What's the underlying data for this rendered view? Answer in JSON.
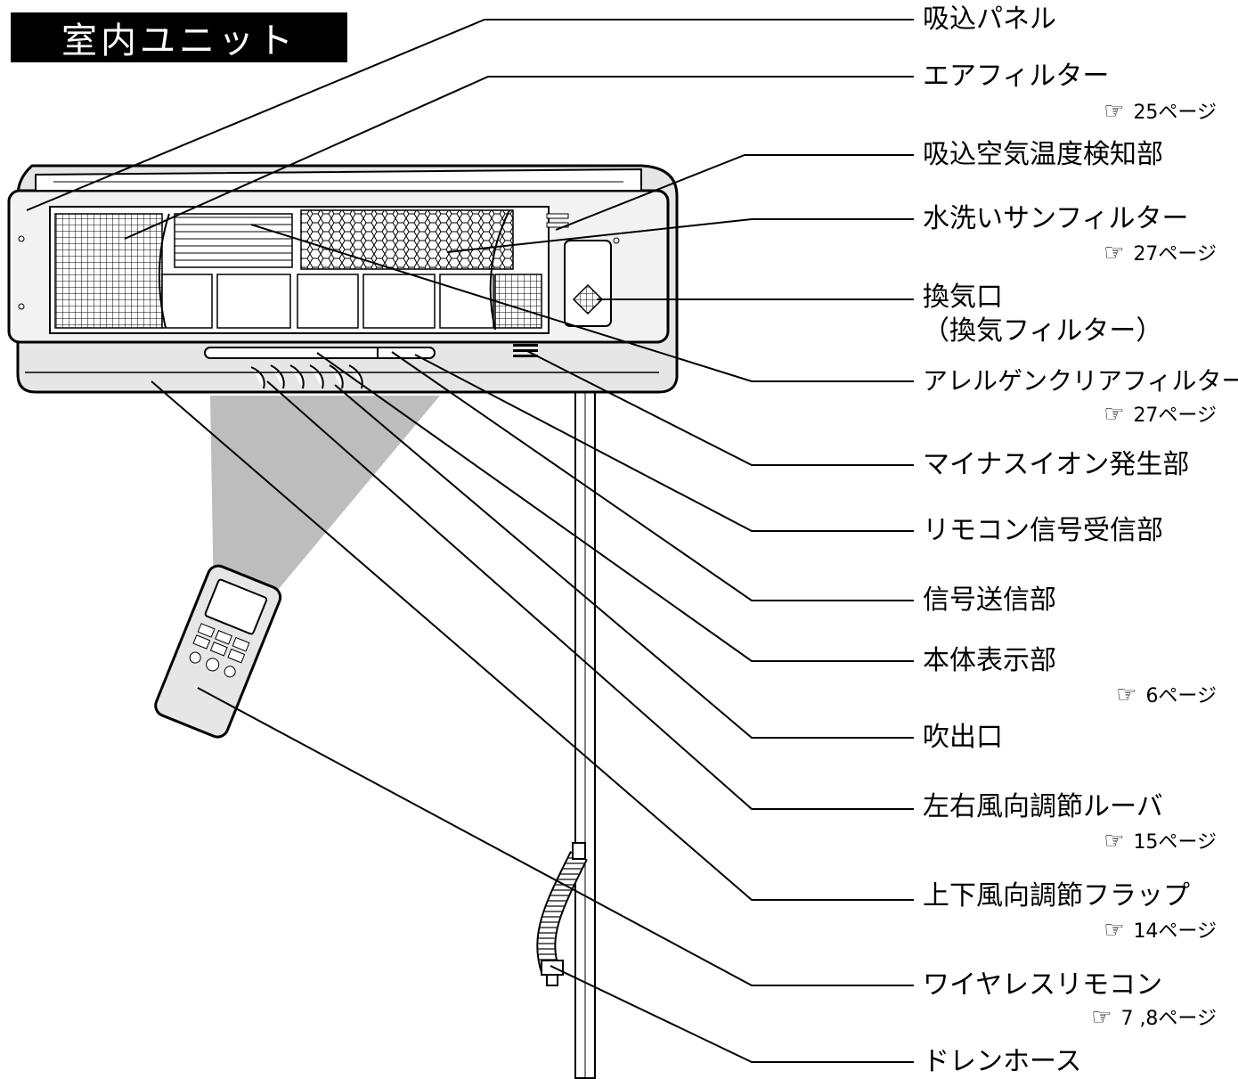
{
  "title": "室内ユニット",
  "labels": [
    {
      "id": "suction-panel",
      "text": "吸込パネル"
    },
    {
      "id": "air-filter",
      "text": "エアフィルター",
      "ref": "25ページ"
    },
    {
      "id": "intake-temp-sensor",
      "text": "吸込空気温度検知部"
    },
    {
      "id": "washable-sun-filter",
      "text": "水洗いサンフィルター",
      "ref": "27ページ"
    },
    {
      "id": "ventilation-port",
      "text": "換気口",
      "text2": "（換気フィルター）"
    },
    {
      "id": "allergen-clear-filter",
      "text": "アレルゲンクリアフィルター",
      "ref": "27ページ"
    },
    {
      "id": "minus-ion-generator",
      "text": "マイナスイオン発生部"
    },
    {
      "id": "remote-signal-receiver",
      "text": "リモコン信号受信部"
    },
    {
      "id": "signal-transmitter",
      "text": "信号送信部"
    },
    {
      "id": "unit-display",
      "text": "本体表示部",
      "ref": "6ページ"
    },
    {
      "id": "air-outlet",
      "text": "吹出口"
    },
    {
      "id": "lr-louver",
      "text": "左右風向調節ルーバ",
      "ref": "15ページ"
    },
    {
      "id": "ud-flap",
      "text": "上下風向調節フラップ",
      "ref": "14ページ"
    },
    {
      "id": "wireless-remote",
      "text": "ワイヤレスリモコン",
      "ref": "7 ,8ページ"
    },
    {
      "id": "drain-hose",
      "text": "ドレンホース"
    }
  ],
  "ref_icon": "pointing-hand-icon",
  "colors": {
    "ink": "#000000",
    "casing": "#e6e6e6",
    "beam": "#bdbdbd"
  }
}
